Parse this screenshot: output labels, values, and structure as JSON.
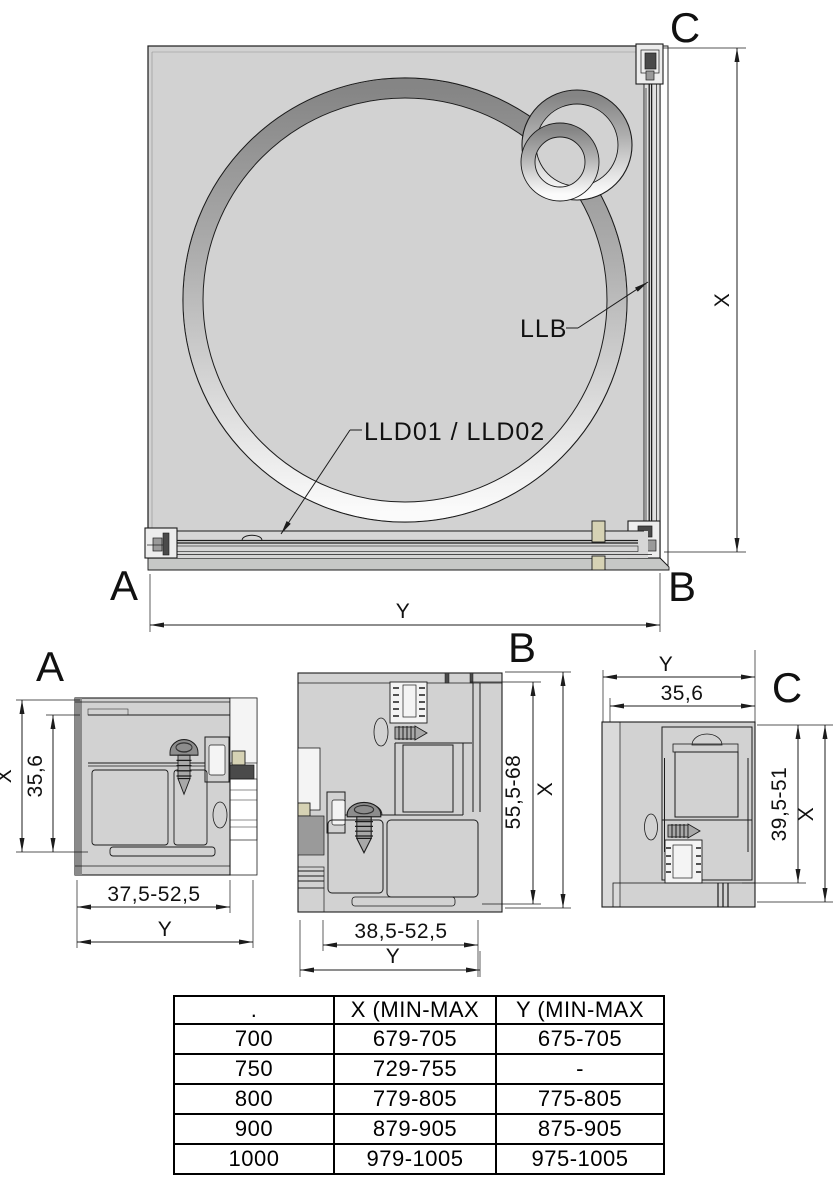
{
  "drawing": {
    "plan": {
      "corner_a": "A",
      "corner_b": "B",
      "corner_c": "C",
      "dim_x": "X",
      "dim_y": "Y",
      "callout_llb": "LLB",
      "callout_lld": "LLD01 / LLD02"
    },
    "detail_a": {
      "label": "A",
      "dim_x": "X",
      "dim_inner": "35,6",
      "dim_range": "37,5-52,5",
      "dim_y": "Y"
    },
    "detail_b": {
      "label": "B",
      "dim_range_v": "55,5-68",
      "dim_x": "X",
      "dim_range_h": "38,5-52,5",
      "dim_y": "Y"
    },
    "detail_c": {
      "label": "C",
      "dim_y": "Y",
      "dim_inner": "35,6",
      "dim_range_v": "39,5-51",
      "dim_x": "X"
    }
  },
  "table": {
    "headers": [
      ".",
      "X (MIN-MAX",
      "Y (MIN-MAX"
    ],
    "rows": [
      [
        "700",
        "679-705",
        "675-705"
      ],
      [
        "750",
        "729-755",
        "-"
      ],
      [
        "800",
        "779-805",
        "775-805"
      ],
      [
        "900",
        "879-905",
        "875-905"
      ],
      [
        "1000",
        "979-1005",
        "975-1005"
      ]
    ]
  },
  "colors": {
    "line": "#1c1c1c",
    "tray": "#d2d2d2",
    "apron": "#c6c8c6",
    "wall": "#e0e0e0",
    "hollow": "#dcdcdc",
    "beige": "#d6d2b4",
    "dark": "#4a4a4a",
    "bracket": "#ededed",
    "mid": "#9a9a9a"
  }
}
